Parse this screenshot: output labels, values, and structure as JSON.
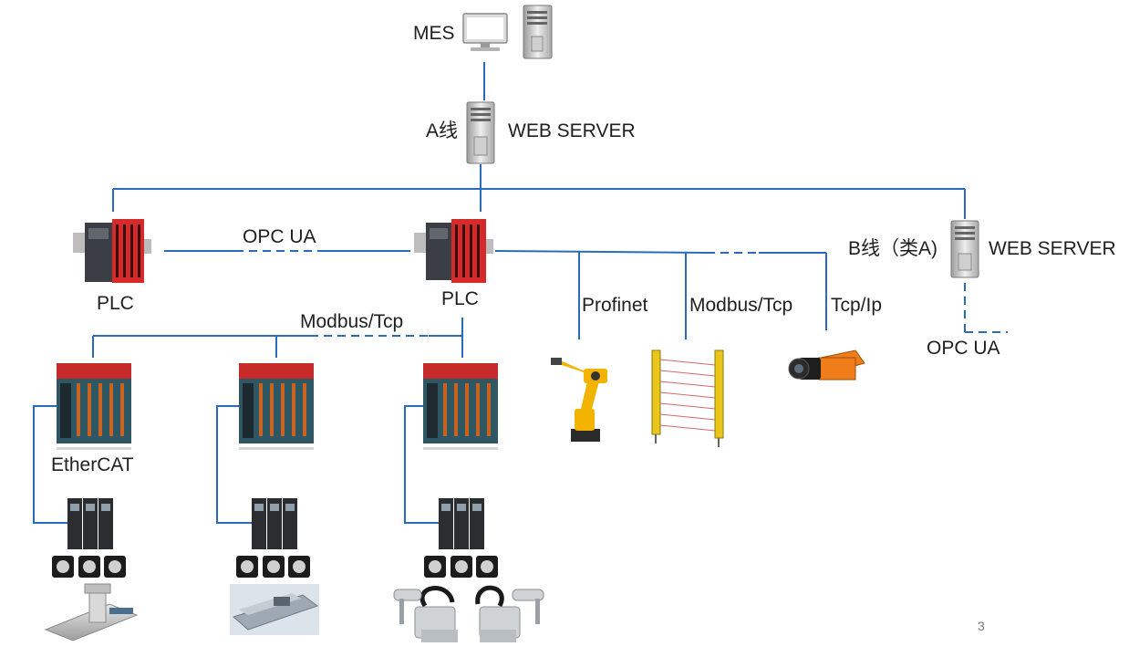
{
  "labels": {
    "mes": "MES",
    "a_line": "A线",
    "web_server_a": "WEB SERVER",
    "opc_ua_link": "OPC UA",
    "plc_left": "PLC",
    "plc_center": "PLC",
    "b_line": "B线（类A)",
    "web_server_b": "WEB SERVER",
    "modbus_tcp_bus": "Modbus/Tcp",
    "profinet": "Profinet",
    "modbus_tcp_right": "Modbus/Tcp",
    "tcp_ip": "Tcp/Ip",
    "opc_ua_b": "OPC UA",
    "ethercat": "EtherCAT",
    "page_number": "3"
  },
  "colors": {
    "link": "#2a6bbd",
    "plc_red": "#d42a2a",
    "robot_yellow": "#f2b400",
    "camera_orange": "#f07d1a"
  }
}
